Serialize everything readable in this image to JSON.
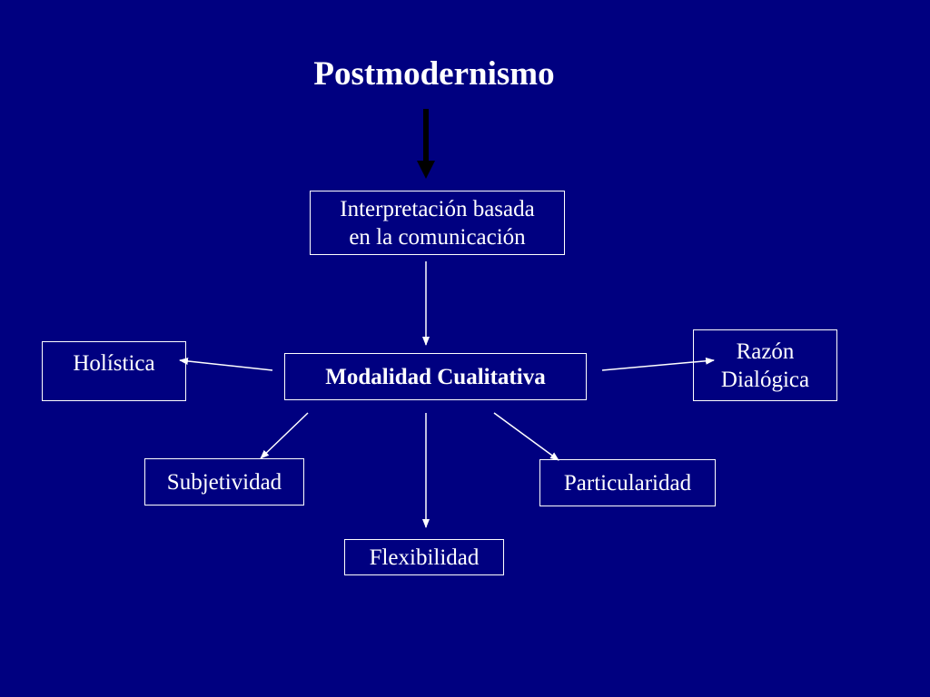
{
  "diagram": {
    "title": "Postmodernismo",
    "nodes": {
      "interpretacion": {
        "line1": "Interpretación basada",
        "line2": "en la comunicación"
      },
      "modalidad": {
        "label": "Modalidad Cualitativa"
      },
      "holistica": {
        "label": "Holística"
      },
      "razon": {
        "line1": "Razón",
        "line2": "Dialógica"
      },
      "subjetividad": {
        "label": "Subjetividad"
      },
      "particularidad": {
        "label": "Particularidad"
      },
      "flexibilidad": {
        "label": "Flexibilidad"
      }
    },
    "colors": {
      "background": "#000080",
      "text": "#ffffff",
      "title_arrow": "#000000"
    }
  }
}
